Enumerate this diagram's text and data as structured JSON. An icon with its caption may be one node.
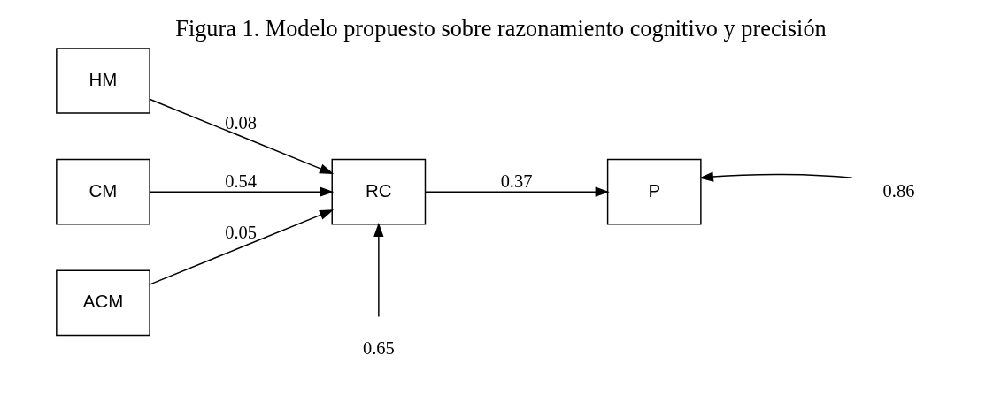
{
  "diagram": {
    "title": "Figura 1. Modelo propuesto sobre razonamiento cognitivo y precisión",
    "nodes": [
      {
        "text": [
          "HM"
        ]
      },
      {
        "text": [
          "CM"
        ]
      },
      {
        "text": [
          "ACM"
        ]
      },
      {
        "text": [
          "RC"
        ]
      },
      {
        "text": [
          "P"
        ]
      },
      {
        "text": [
          "0.65"
        ]
      },
      {
        "text": [
          "0.86"
        ]
      }
    ],
    "edges": [
      {
        "from": 0,
        "to": 3,
        "arrow": "to",
        "label": "0.08"
      },
      {
        "from": 1,
        "to": 3,
        "arrow": "to",
        "label": "0.54"
      },
      {
        "from": 2,
        "to": 3,
        "arrow": "to",
        "label": "0.05"
      },
      {
        "from": 3,
        "to": 4,
        "arrow": "to",
        "label": "0.37"
      },
      {
        "from": 5,
        "to": 3,
        "arrow": "to"
      },
      {
        "from": 6,
        "to": 4,
        "arrow": "to"
      }
    ]
  }
}
